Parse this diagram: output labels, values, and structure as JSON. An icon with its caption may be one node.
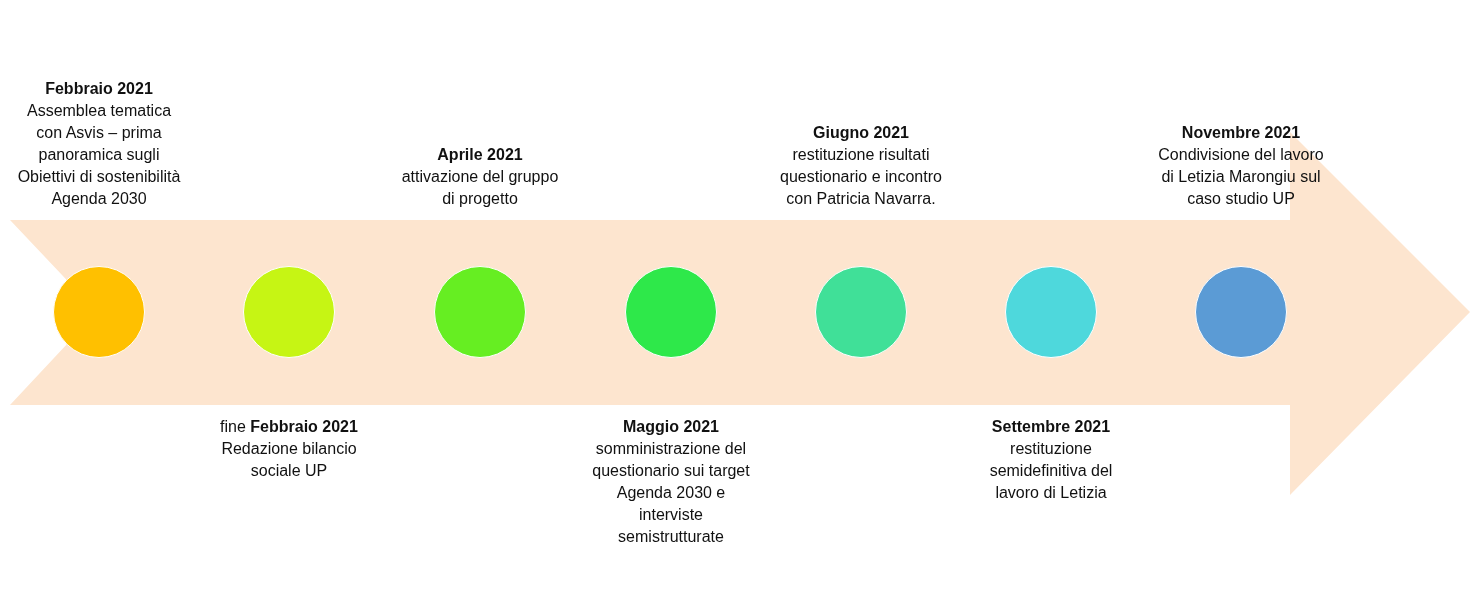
{
  "diagram": {
    "nodes": [
      {
        "text": [],
        "shape": "circle",
        "beside": [
          "Febbraio 2021",
          "Assemblea tematica con Asvis – prima panoramica sugli Obiettivi di sostenibilità Agenda 2030"
        ]
      },
      {
        "text": [],
        "shape": "circle",
        "beside": [
          "fine **Febbraio 2021**",
          "Redazione bilancio sociale UP"
        ]
      },
      {
        "text": [],
        "shape": "circle",
        "beside": [
          "Aprile 2021",
          "attivazione del gruppo di progetto"
        ]
      },
      {
        "text": [],
        "shape": "circle",
        "beside": [
          "Maggio 2021",
          "somministrazione del questionario sui target Agenda 2030 e interviste semistrutturate"
        ]
      },
      {
        "text": [],
        "shape": "circle",
        "beside": [
          "Giugno 2021",
          "restituzione risultati questionario e incontro con Patricia Navarra."
        ]
      },
      {
        "text": [],
        "shape": "circle",
        "beside": [
          "Settembre 2021",
          "restituzione semidefinitiva del lavoro di Letizia"
        ]
      },
      {
        "text": [],
        "shape": "circle",
        "beside": [
          "Novembre 2021",
          "Condivisione del lavoro di Letizia Marongiu sul caso studio UP"
        ]
      }
    ],
    "edges": []
  }
}
